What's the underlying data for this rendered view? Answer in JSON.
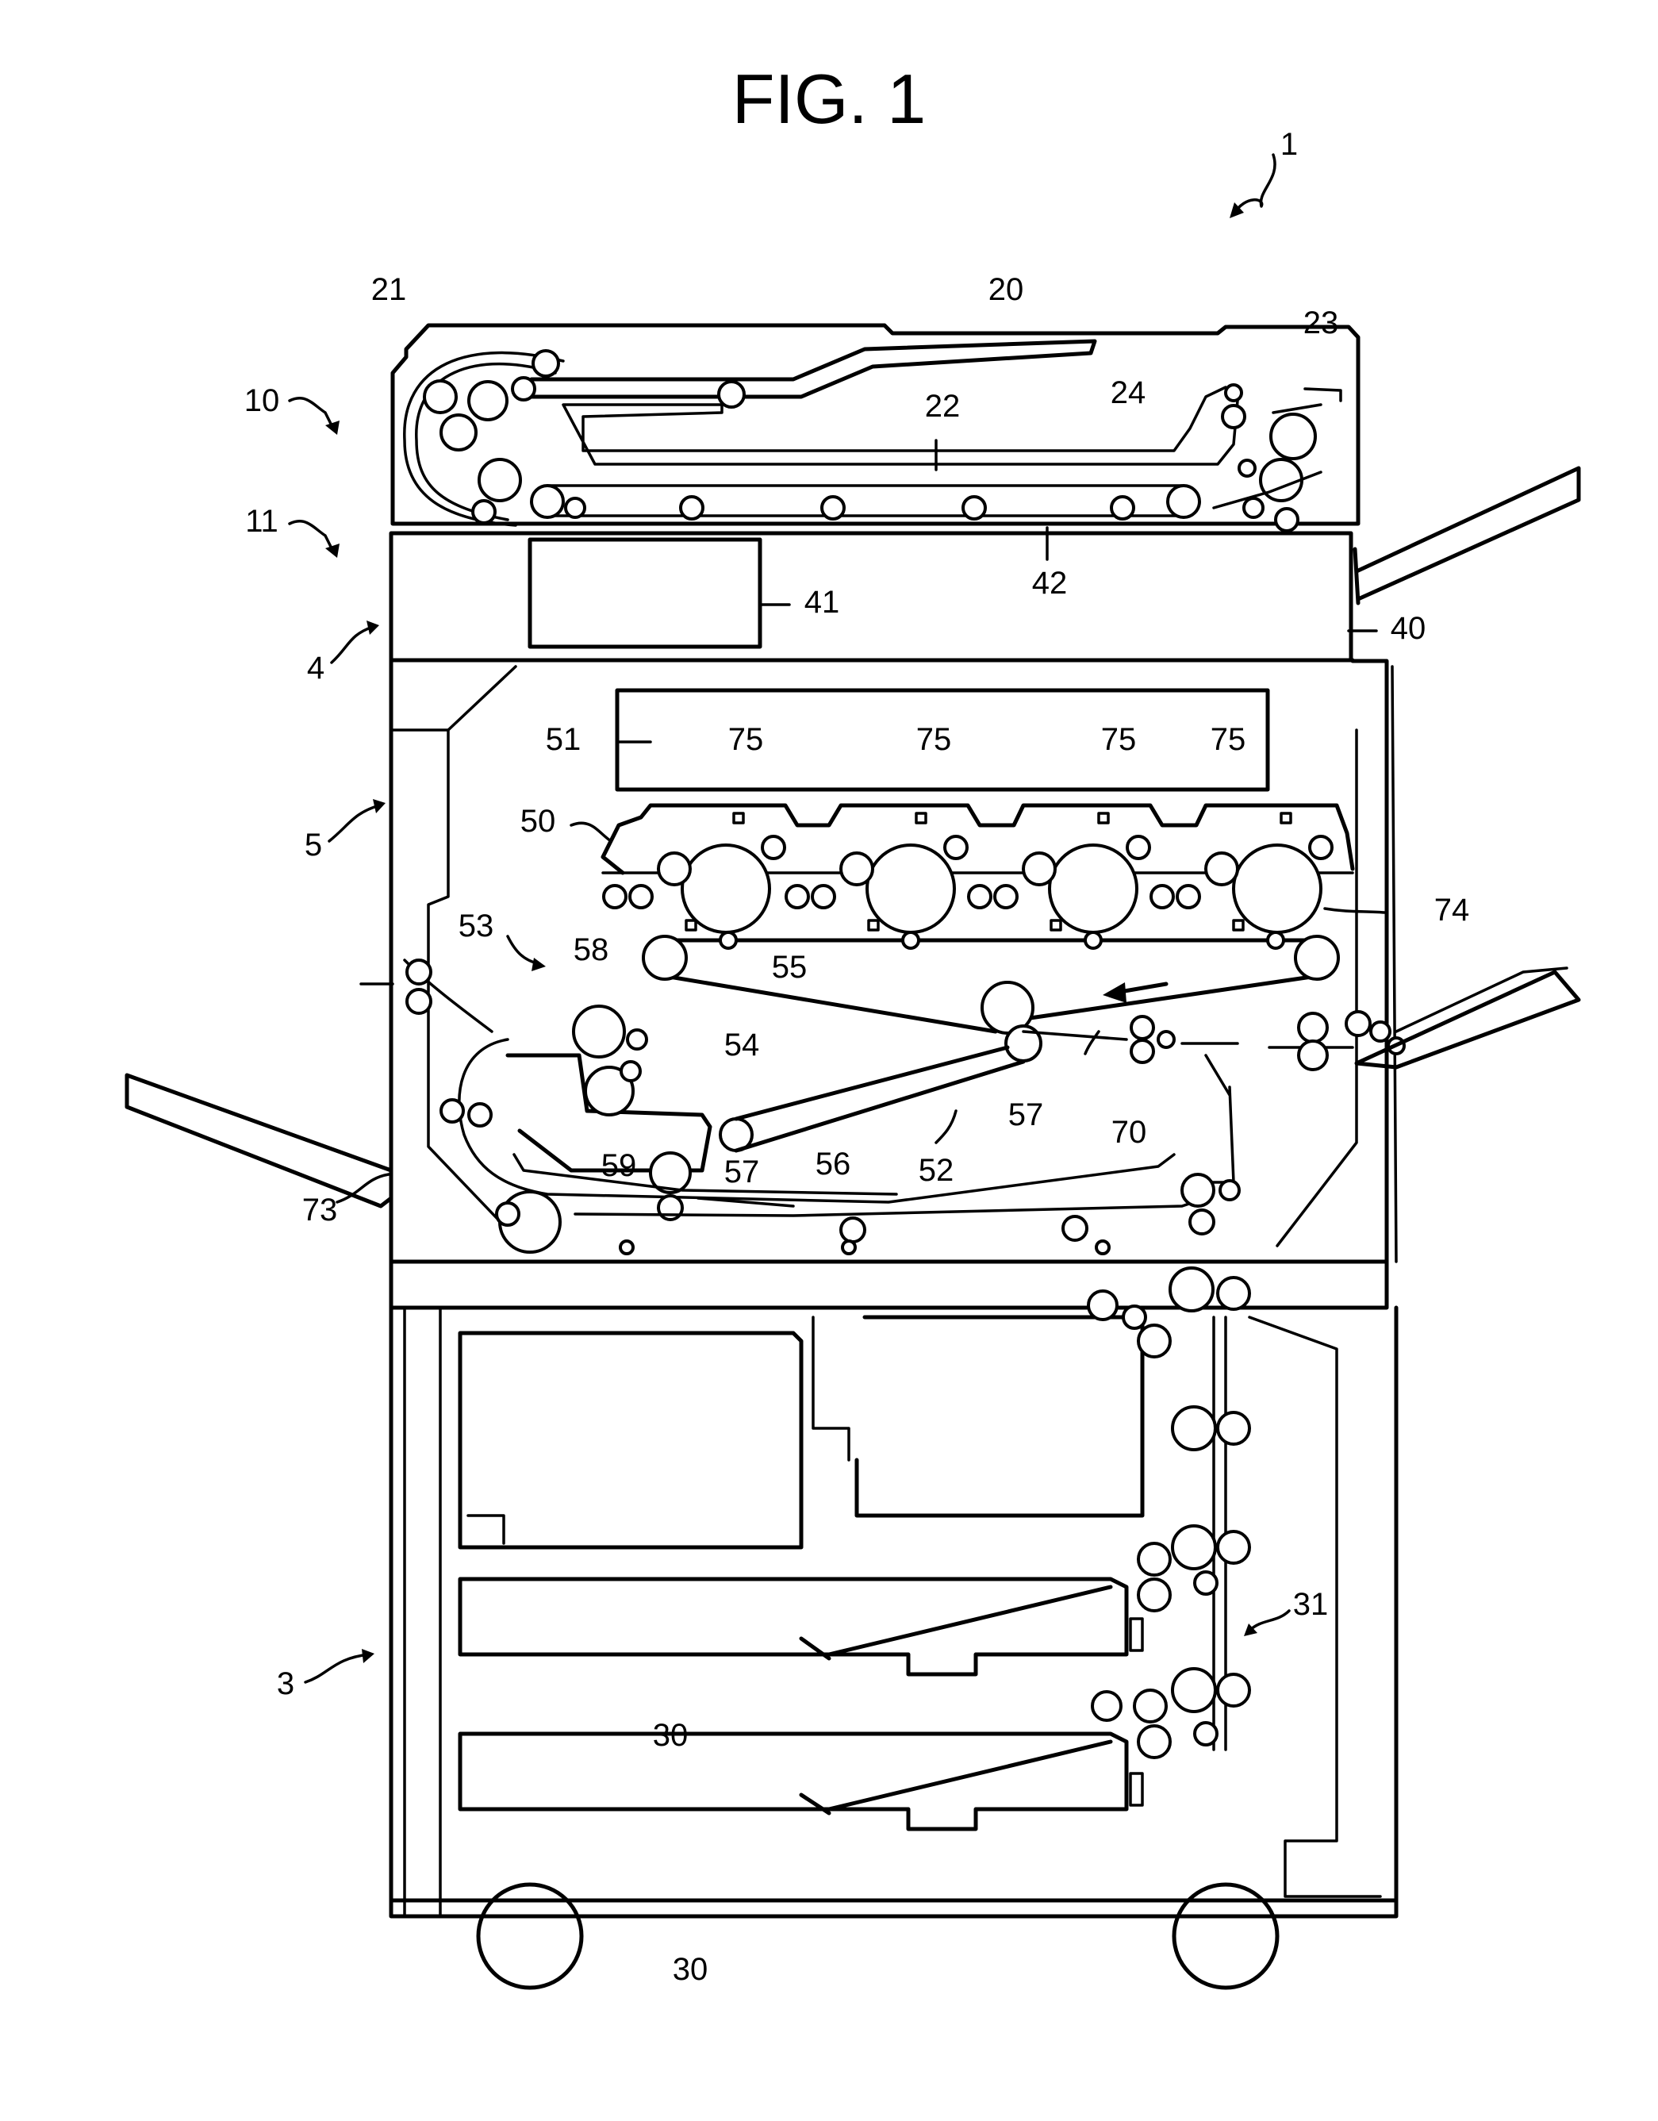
{
  "figure": {
    "title": "FIG. 1",
    "labels": {
      "apparatus": "1",
      "cabinet": "3",
      "operation": "4",
      "printer": "5",
      "adf": "10",
      "scanner": "11",
      "tray_doc": "20",
      "pickup": "21",
      "conveyor": "22",
      "discharge": "23",
      "guide": "24",
      "cassette_a": "30",
      "cassette_b": "30",
      "feed_path": "31",
      "panel_body": "40",
      "display": "41",
      "platen": "42",
      "image_unit": "50",
      "exposure": "51",
      "transfer": "52",
      "fixing": "53",
      "belt": "54",
      "primary": "55",
      "tension_roller": "56",
      "secondary_left": "57",
      "secondary_right": "57",
      "heat_roller": "58",
      "pressure_roller": "59",
      "duplex": "70",
      "exit_path": "73",
      "drum": "74",
      "station_1": "75",
      "station_2": "75",
      "station_3": "75",
      "station_4": "75"
    }
  }
}
